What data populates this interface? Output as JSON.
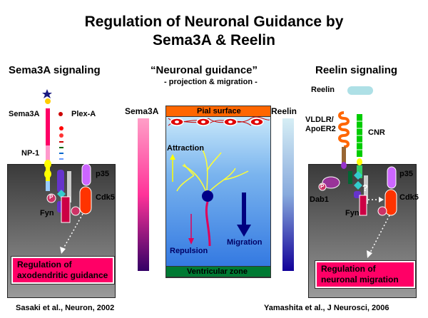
{
  "title": {
    "line1": "Regulation of Neuronal Guidance by",
    "line2": "Sema3A & Reelin"
  },
  "left": {
    "heading": "Sema3A signaling",
    "sema3a": "Sema3A",
    "plexa": "Plex-A",
    "np1": "NP-1",
    "p35": "p35",
    "cdk5": "Cdk5",
    "fyn": "Fyn",
    "p": "P",
    "result": "Regulation of axodendritic guidance",
    "citation": "Sasaki et al., Neuron, 2002"
  },
  "center": {
    "heading": "“Neuronal guidance”",
    "subheading": "- projection & migration -",
    "gradient_left": "Sema3A",
    "gradient_right": "Reelin",
    "pial": "Pial surface",
    "ventricular": "Ventricular zone",
    "attraction": "Attraction",
    "repulsion": "Repulsion",
    "migration": "Migration"
  },
  "right": {
    "heading": "Reelin signaling",
    "reelin": "Reelin",
    "receptor": "VLDLR/ ApoER2",
    "cnr": "CNR",
    "dab1": "Dab1",
    "p35": "p35",
    "cdk5": "Cdk5",
    "fyn": "Fyn",
    "p": "P",
    "question": "?",
    "result": "Regulation of neuronal migration",
    "citation": "Yamashita et al., J Neurosci, 2006"
  },
  "colors": {
    "magenta": "#ff0066",
    "sky_top": "#bfe8f8",
    "sky_bottom": "#0033cc",
    "pial": "#ff6600",
    "ventricular": "#007a33"
  }
}
